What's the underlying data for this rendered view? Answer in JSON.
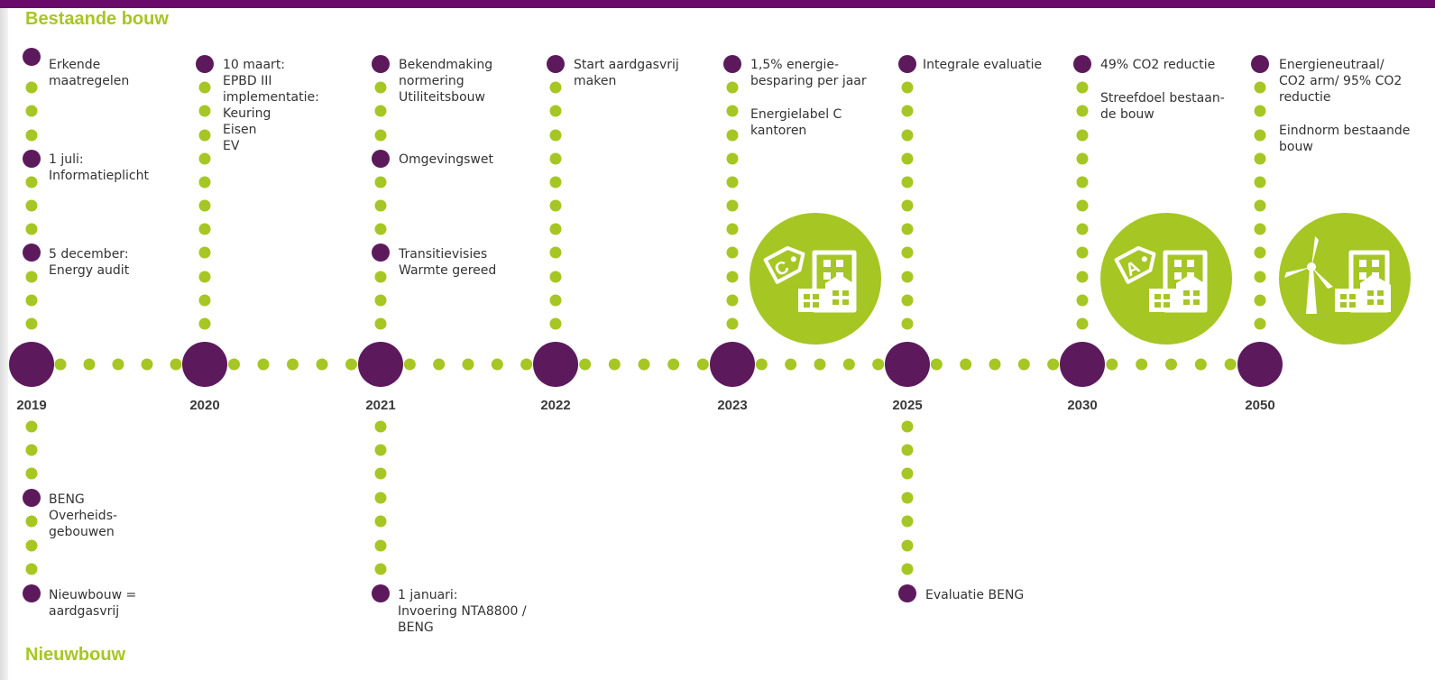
{
  "sections": {
    "top": "Bestaande bouw",
    "bottom": "Nieuwbouw"
  },
  "colors": {
    "accent_purple": "#5c1a5c",
    "accent_green": "#a6c624",
    "top_bar": "#6a0a6a"
  },
  "years": [
    "2019",
    "2020",
    "2021",
    "2022",
    "2023",
    "2025",
    "2030",
    "2050"
  ],
  "labels": {
    "y2019_a": "Erkende\nmaatregelen",
    "y2019_b": "1 juli:\nInformatieplicht",
    "y2019_c": "5 december:\nEnergy audit",
    "y2020_a": "10 maart:\nEPBD III\nimplementatie:\nKeuring\nEisen\nEV",
    "y2021_a": "Bekendmaking\nnormering\nUtiliteitsbouw",
    "y2021_b": "Omgevingswet",
    "y2021_c": "Transitievisies\nWarmte gereed",
    "y2022_a": "Start aardgasvrij\nmaken",
    "y2023_a": "1,5% energie-\nbesparing per jaar",
    "y2023_b": "Energielabel C\nkantoren",
    "y2025_a": "Integrale evaluatie",
    "y2030_a": "49% CO2 reductie",
    "y2030_b": "Streefdoel bestaan-\nde bouw",
    "y2050_a": "Energieneutraal/\nCO2 arm/ 95% CO2\nreductie",
    "y2050_b": "Eindnorm bestaande\nbouw",
    "n2019_a": "BENG\nOverheids-\ngebouwen",
    "n2019_b": "Nieuwbouw =\naardgasvrij",
    "n2021_a": "1 januari:\nInvoering NTA8800 /\nBENG",
    "n2025_a": "Evaluatie BENG"
  },
  "badges": {
    "b2023": {
      "tag_letter": "C",
      "icon": "energy-label-building-icon"
    },
    "b2030": {
      "tag_letter": "A",
      "icon": "energy-label-building-icon"
    },
    "b2050": {
      "icon": "wind-turbine-building-icon"
    }
  }
}
